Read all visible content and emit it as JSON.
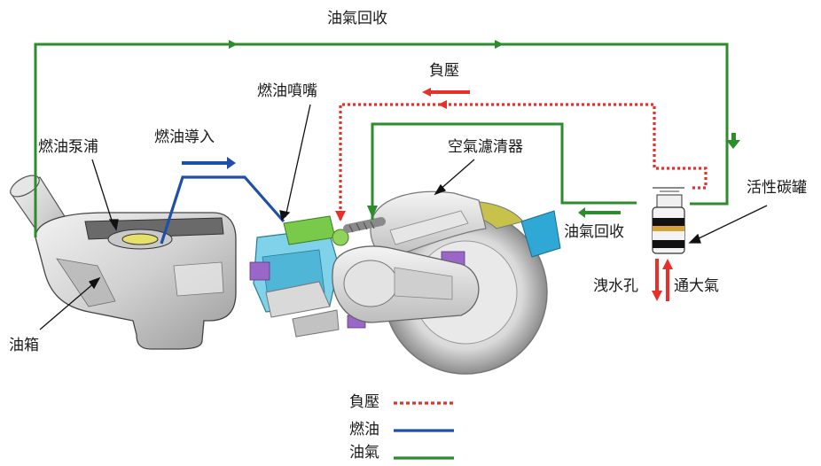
{
  "labels": {
    "vapor_recovery_top": "油氣回收",
    "negative_pressure_top": "負壓",
    "fuel_injector": "燃油噴嘴",
    "fuel_pump": "燃油泵浦",
    "fuel_inlet": "燃油導入",
    "air_cleaner": "空氣濾清器",
    "activated_carbon_canister": "活性碳罐",
    "vapor_recovery_side": "油氣回收",
    "drain_hole": "洩水孔",
    "atmosphere_vent": "通大氣",
    "fuel_tank": "油箱"
  },
  "legend": {
    "items": [
      {
        "label": "負壓",
        "color": "#e8302a",
        "style": "dotted"
      },
      {
        "label": "燃油",
        "color": "#1f4fa8",
        "style": "solid"
      },
      {
        "label": "油氣",
        "color": "#2e8b2e",
        "style": "solid"
      }
    ]
  },
  "colors": {
    "negative_pressure": "#e8302a",
    "fuel": "#1f4fa8",
    "vapor": "#2e8b2e"
  }
}
